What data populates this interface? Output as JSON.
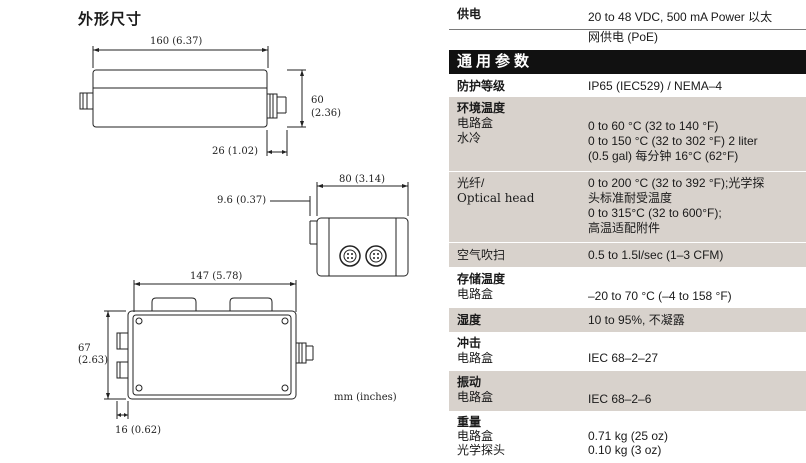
{
  "dimensions": {
    "title": "外形尺寸",
    "top_view_width": "160 (6.37)",
    "top_view_height_a": "60",
    "top_view_height_b": "(2.36)",
    "top_view_connector": "26 (1.02)",
    "end_view_width": "80 (3.14)",
    "end_view_offset": "9.6 (0.37)",
    "front_view_width": "147 (5.78)",
    "front_view_height_a": "67",
    "front_view_height_b": "(2.63)",
    "front_view_offset": "16 (0.62)",
    "units_note": "mm (inches)"
  },
  "specs": {
    "power": {
      "label": "供电",
      "value_1": "20 to 48 VDC, 500 mA Power 以太",
      "value_2": "网供电 (PoE)"
    },
    "section_title": "通用参数",
    "protection": {
      "label": "防护等级",
      "value": "IP65 (IEC529) / NEMA–4"
    },
    "ambient": {
      "label": "环境温度",
      "sub_1": "电路盒",
      "sub_2": "水冷",
      "value_1": "0 to 60 °C (32 to 140 °F)",
      "value_2": "0 to 150 °C (32 to 302 °F) 2 liter",
      "value_3": "(0.5 gal) 每分钟 16°C (62°F)"
    },
    "optical": {
      "label_1": "光纤/",
      "label_2": "Optical head",
      "value_1": "0 to 200 °C (32 to 392 °F);光学探",
      "value_2": "头标准耐受温度",
      "value_3": "0 to 315°C (32 to 600°F);",
      "value_4": "高温适配附件"
    },
    "air_purge": {
      "label": "空气吹扫",
      "value": "0.5 to 1.5l/sec (1–3 CFM)"
    },
    "storage": {
      "label": "存储温度",
      "sub": "电路盒",
      "value": "–20 to 70 °C (–4 to 158 °F)"
    },
    "humidity": {
      "label": "湿度",
      "value": "10 to 95%, 不凝露"
    },
    "shock": {
      "label": "冲击",
      "sub": "电路盒",
      "value": "IEC 68–2–27"
    },
    "vibration": {
      "label": "振动",
      "sub": "电路盒",
      "value": "IEC 68–2–6"
    },
    "weight": {
      "label": "重量",
      "sub_1": "电路盒",
      "sub_2": "光学探头",
      "value_1": "0.71 kg (25 oz)",
      "value_2": "0.10 kg (3 oz)"
    }
  }
}
